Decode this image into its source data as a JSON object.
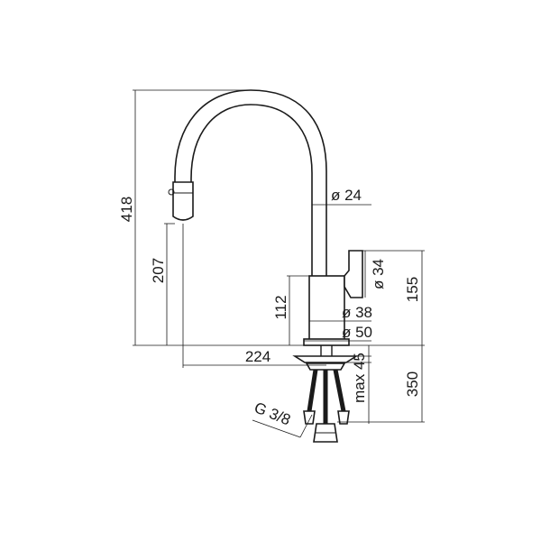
{
  "dimensions": {
    "total_height": "418",
    "spout_height": "207",
    "spout_diameter": "ø 24",
    "reach": "224",
    "lever_diameter": "ø 34",
    "lever_height": "155",
    "body_height": "112",
    "body_diameter": "ø 38",
    "base_diameter": "ø 50",
    "max_deck_thickness": "max 45",
    "hose_length": "350",
    "connection_thread": "G 3/8"
  }
}
